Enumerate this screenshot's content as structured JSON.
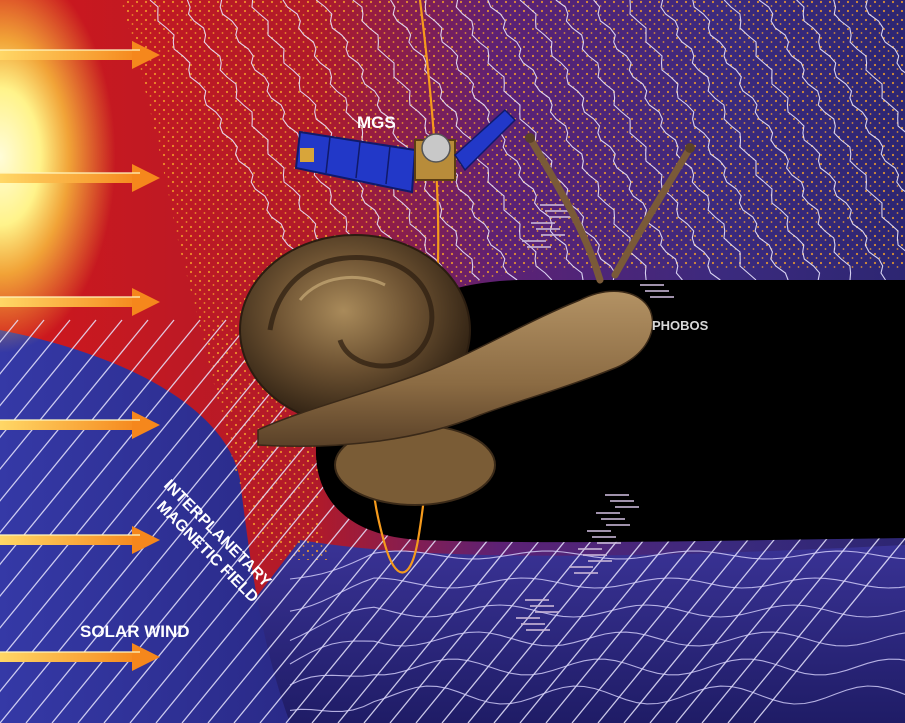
{
  "labels": {
    "mgs": "MGS",
    "phobos": "PHOBOS",
    "interplanetary_line1": "INTERPLANETARY",
    "interplanetary_line2": "MAGNETIC FIELD",
    "solar_wind": "SOLAR WIND"
  },
  "colors": {
    "sun_glow": "#fff7a8",
    "bow_shock_red": "#c8171c",
    "plasma_purple": "#3b2a7e",
    "field_lines": "#e6e2ff",
    "orbit": "#f59a1c",
    "arrow": "#f7a42a",
    "shadow": "#000000",
    "label_white": "#ffffff"
  },
  "icons": [
    "satellite-icon",
    "snail-image",
    "solar-wind-arrow"
  ]
}
